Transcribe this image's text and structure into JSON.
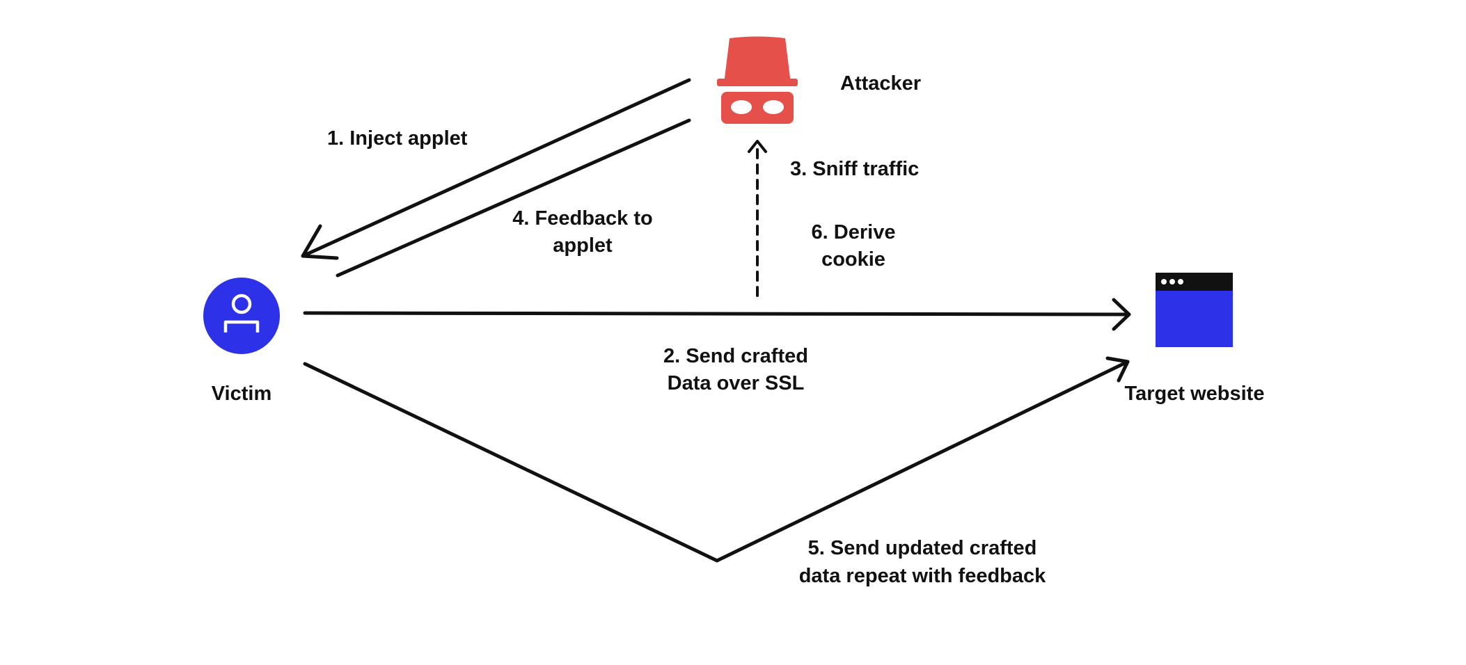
{
  "colors": {
    "attacker": "#e5504a",
    "victim": "#2d32e8",
    "website_body": "#2d32e8",
    "website_header": "#111111",
    "line": "#111111"
  },
  "nodes": {
    "attacker": {
      "label": "Attacker",
      "icon": "spy-icon"
    },
    "victim": {
      "label": "Victim",
      "icon": "user-icon"
    },
    "target": {
      "label": "Target website",
      "icon": "browser-window-icon"
    }
  },
  "steps": {
    "s1": {
      "line1": "1. Inject applet"
    },
    "s2": {
      "line1": "2. Send crafted",
      "line2": "Data over SSL"
    },
    "s3": {
      "line1": "3. Sniff traffic"
    },
    "s4": {
      "line1": "4. Feedback to",
      "line2": "applet"
    },
    "s5": {
      "line1": "5. Send updated crafted",
      "line2": "data repeat with feedback"
    },
    "s6": {
      "line1": "6. Derive",
      "line2": "cookie"
    }
  }
}
